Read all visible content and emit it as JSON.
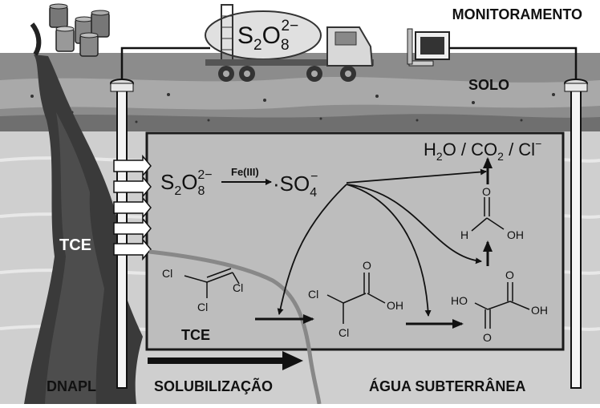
{
  "labels": {
    "monitoring": "MONITORAMENTO",
    "soil": "SOLO",
    "tce_plume": "TCE",
    "dnapl": "DNAPL",
    "solubilization": "SOLUBILIZAÇÃO",
    "groundwater": "ÁGUA SUBTERRÂNEA",
    "tce_molecule": "TCE"
  },
  "tank_formula": {
    "base": "S",
    "sub1": "2",
    "mid": "O",
    "sub2": "8",
    "sup": "2−"
  },
  "reaction": {
    "reactant": {
      "base": "S",
      "sub1": "2",
      "mid": "O",
      "sub2": "8",
      "sup": "2−"
    },
    "catalyst": "Fe(III)",
    "product_dot": "·",
    "product": {
      "base": "SO",
      "sub": "4",
      "sup": "−"
    }
  },
  "final_products": {
    "water": {
      "h": "H",
      "sub": "2",
      "o": "O"
    },
    "separator": " / ",
    "co2": {
      "co": "CO",
      "sub": "2"
    },
    "chloride": {
      "cl": "Cl",
      "sup": "−"
    }
  },
  "atoms": {
    "cl": "Cl",
    "o": "O",
    "oh": "OH",
    "h": "H",
    "ho": "HO"
  },
  "colors": {
    "sky": "#ffffff",
    "soil": "#8a8a8a",
    "groundwater": "#c8c8c8",
    "treatment_zone": "#b9b9b9",
    "plume": "#3a3a3a"
  }
}
